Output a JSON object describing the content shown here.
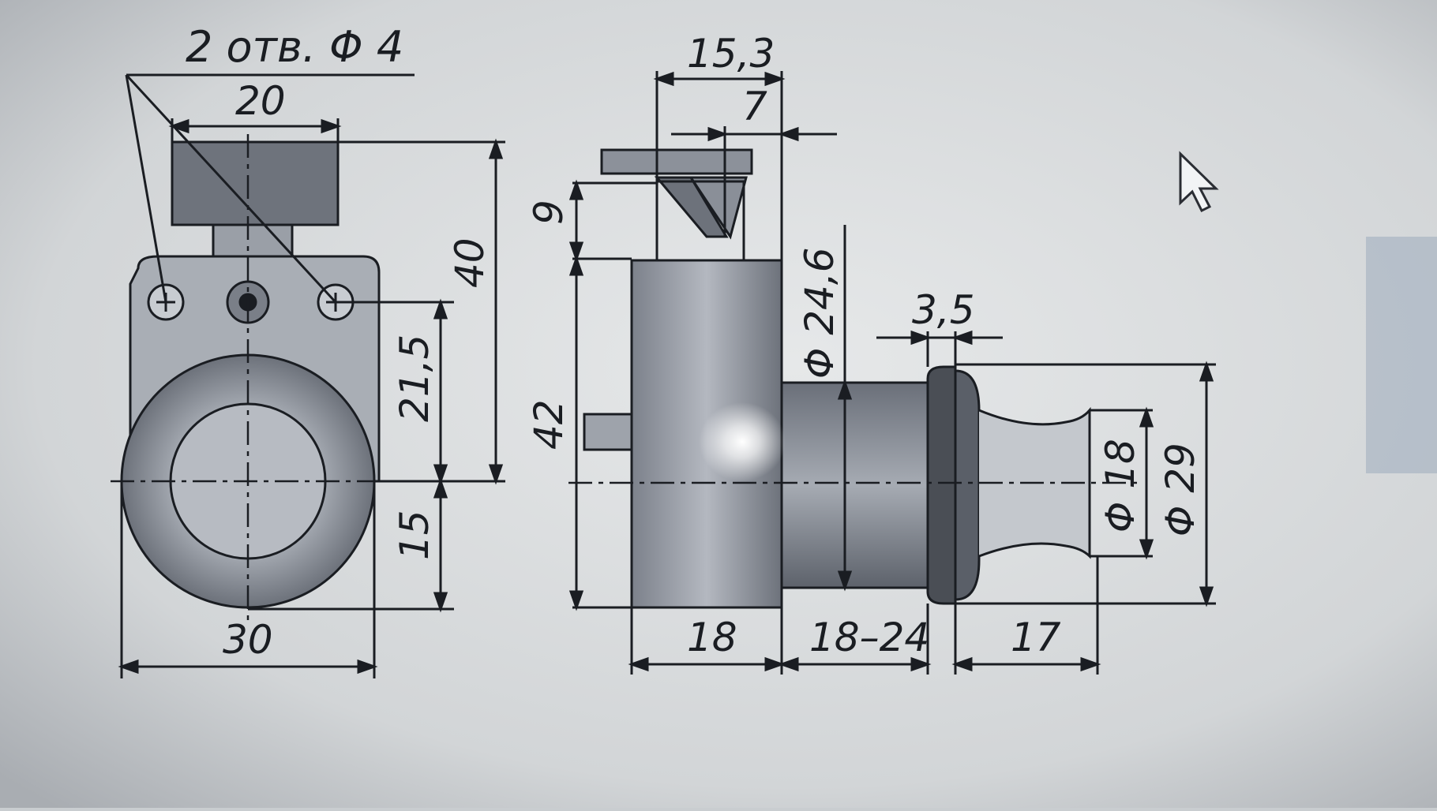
{
  "drawing": {
    "hole_note": "2 отв. Φ 4",
    "dims": {
      "top_width": "20",
      "height_40": "40",
      "height_21_5": "21,5",
      "height_15": "15",
      "base_width": "30",
      "dim_15_3": "15,3",
      "dim_7": "7",
      "dim_9": "9",
      "dim_42": "42",
      "dia_24_6": "Φ 24,6",
      "dim_3_5": "3,5",
      "dia_18": "Φ 18",
      "dia_29": "Φ 29",
      "len_18": "18",
      "len_18_24": "18–24",
      "len_17": "17"
    }
  },
  "colors": {
    "screen_bg": "#d4d7d9",
    "line": "#1a1d22",
    "body_fill": "#8e939c",
    "body_dark": "#5c6068",
    "accent_blue": "#7e93ad"
  },
  "icons": {
    "cursor": "mouse-pointer-icon"
  }
}
